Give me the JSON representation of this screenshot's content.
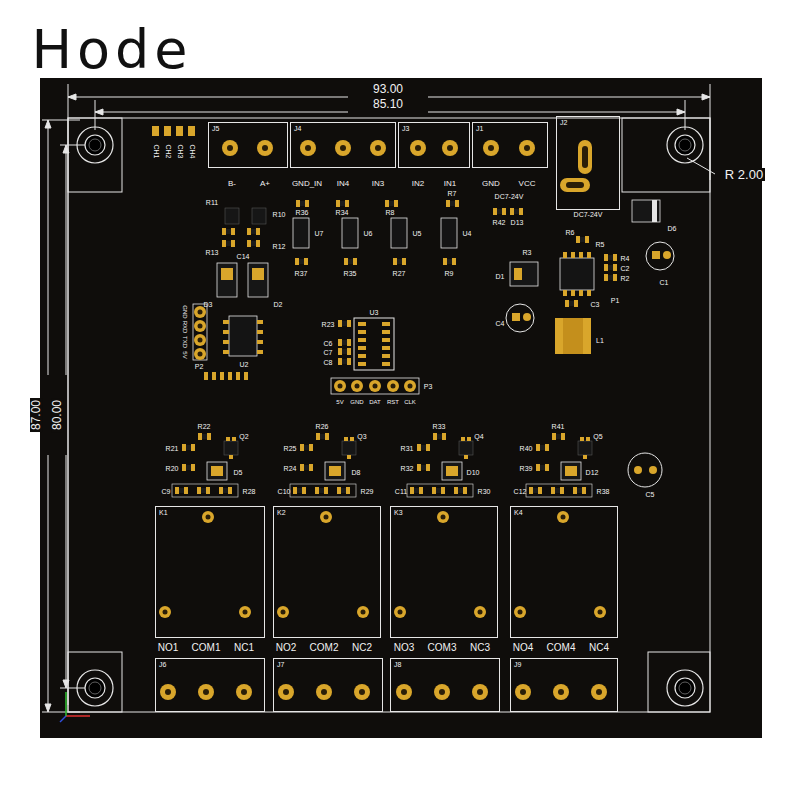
{
  "diagram": {
    "nodes": [
      {
        "text": [
          "J5"
        ]
      },
      {
        "text": [
          "J4"
        ]
      },
      {
        "text": [
          "J3"
        ]
      },
      {
        "text": [
          "J1"
        ]
      },
      {
        "text": [
          "J2"
        ]
      },
      {
        "text": [
          "K1"
        ]
      },
      {
        "text": [
          "K2"
        ]
      },
      {
        "text": [
          "K3"
        ]
      },
      {
        "text": [
          "K4"
        ]
      },
      {
        "text": [
          "J6"
        ]
      },
      {
        "text": [
          "J7"
        ]
      },
      {
        "text": [
          "J8"
        ]
      },
      {
        "text": [
          "J9"
        ]
      }
    ],
    "labels": [
      "Hode",
      "93.00",
      "85.10",
      "87.00",
      "80.00",
      "R 2.00",
      "CH1",
      "CH2",
      "CH3",
      "CH4",
      "B-",
      "A+",
      "GND_IN",
      "IN4",
      "IN3",
      "IN2",
      "IN1",
      "GND",
      "VCC",
      "DC7-24V",
      "DC7-24V",
      "R11",
      "R10",
      "R13",
      "R12",
      "C14",
      "D3",
      "D2",
      "U2",
      "GND",
      "RXD",
      "TXD",
      "5V",
      "P2",
      "R36",
      "R34",
      "R8",
      "R7",
      "U7",
      "U6",
      "U5",
      "U4",
      "R37",
      "R35",
      "R27",
      "R9",
      "R42",
      "D13",
      "R3",
      "D1",
      "R6",
      "R5",
      "R4",
      "C2",
      "R2",
      "P1",
      "C3",
      "L1",
      "C1",
      "C4",
      "D6",
      "U3",
      "R23",
      "C6",
      "C7",
      "C8",
      "5V",
      "GND",
      "DAT",
      "RST",
      "CLK",
      "P3",
      "R21",
      "R22",
      "Q2",
      "R20",
      "D5",
      "C9",
      "R28",
      "R25",
      "R26",
      "Q3",
      "R24",
      "D8",
      "C10",
      "R29",
      "R31",
      "R33",
      "Q4",
      "R32",
      "D10",
      "C11",
      "R30",
      "R40",
      "R41",
      "Q5",
      "R39",
      "D12",
      "C12",
      "R38",
      "C5",
      "NO1",
      "COM1",
      "NC1",
      "NO2",
      "COM2",
      "NC2",
      "NO3",
      "COM3",
      "NC3",
      "NO4",
      "COM4",
      "NC4"
    ]
  }
}
